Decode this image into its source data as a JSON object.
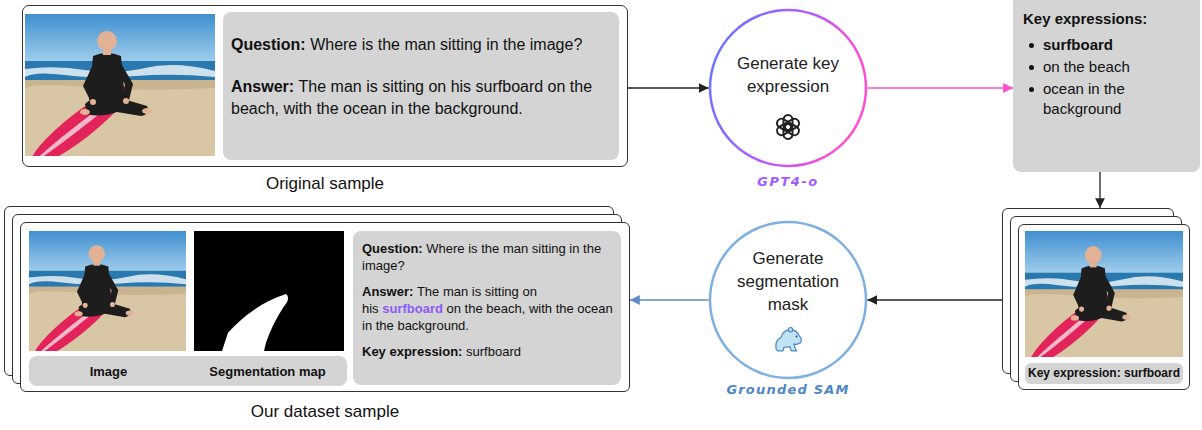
{
  "diagram": {
    "nodes": [
      {
        "text": [
          "Original sample"
        ]
      },
      {
        "text": [
          "Question:",
          "Where is the man sitting in the image?",
          "Answer:",
          "The man is sitting on his surfboard on the beach, with the ocean in the background."
        ],
        "in": 0
      },
      {
        "text": [
          "Generate key expression",
          "GPT4-o"
        ]
      },
      {
        "text": [
          "Key expressions:",
          "surfboard",
          "on the beach",
          "ocean in the background"
        ]
      },
      {
        "text": [
          "Key expression: surfboard"
        ]
      },
      {
        "text": [
          "Generate segmentation mask",
          "Grounded SAM"
        ]
      },
      {
        "text": [
          "Our dataset sample"
        ]
      },
      {
        "text": [
          "Image",
          "Segmentation map"
        ],
        "in": 6
      },
      {
        "text": [
          "Question:",
          "Where is the man sitting in the image?",
          "Answer:",
          "The man is sitting on his",
          "surfboard",
          "on the beach, with the ocean in the background.",
          "Key expression:",
          "surfboard"
        ],
        "in": 6
      }
    ],
    "edges": [
      {
        "from": 0,
        "to": 2,
        "arrow": "to"
      },
      {
        "from": 2,
        "to": 3,
        "arrow": "to"
      },
      {
        "from": 3,
        "to": 4,
        "arrow": "to"
      },
      {
        "from": 4,
        "to": 5,
        "arrow": "to"
      },
      {
        "from": 5,
        "to": 6,
        "arrow": "to"
      }
    ]
  }
}
